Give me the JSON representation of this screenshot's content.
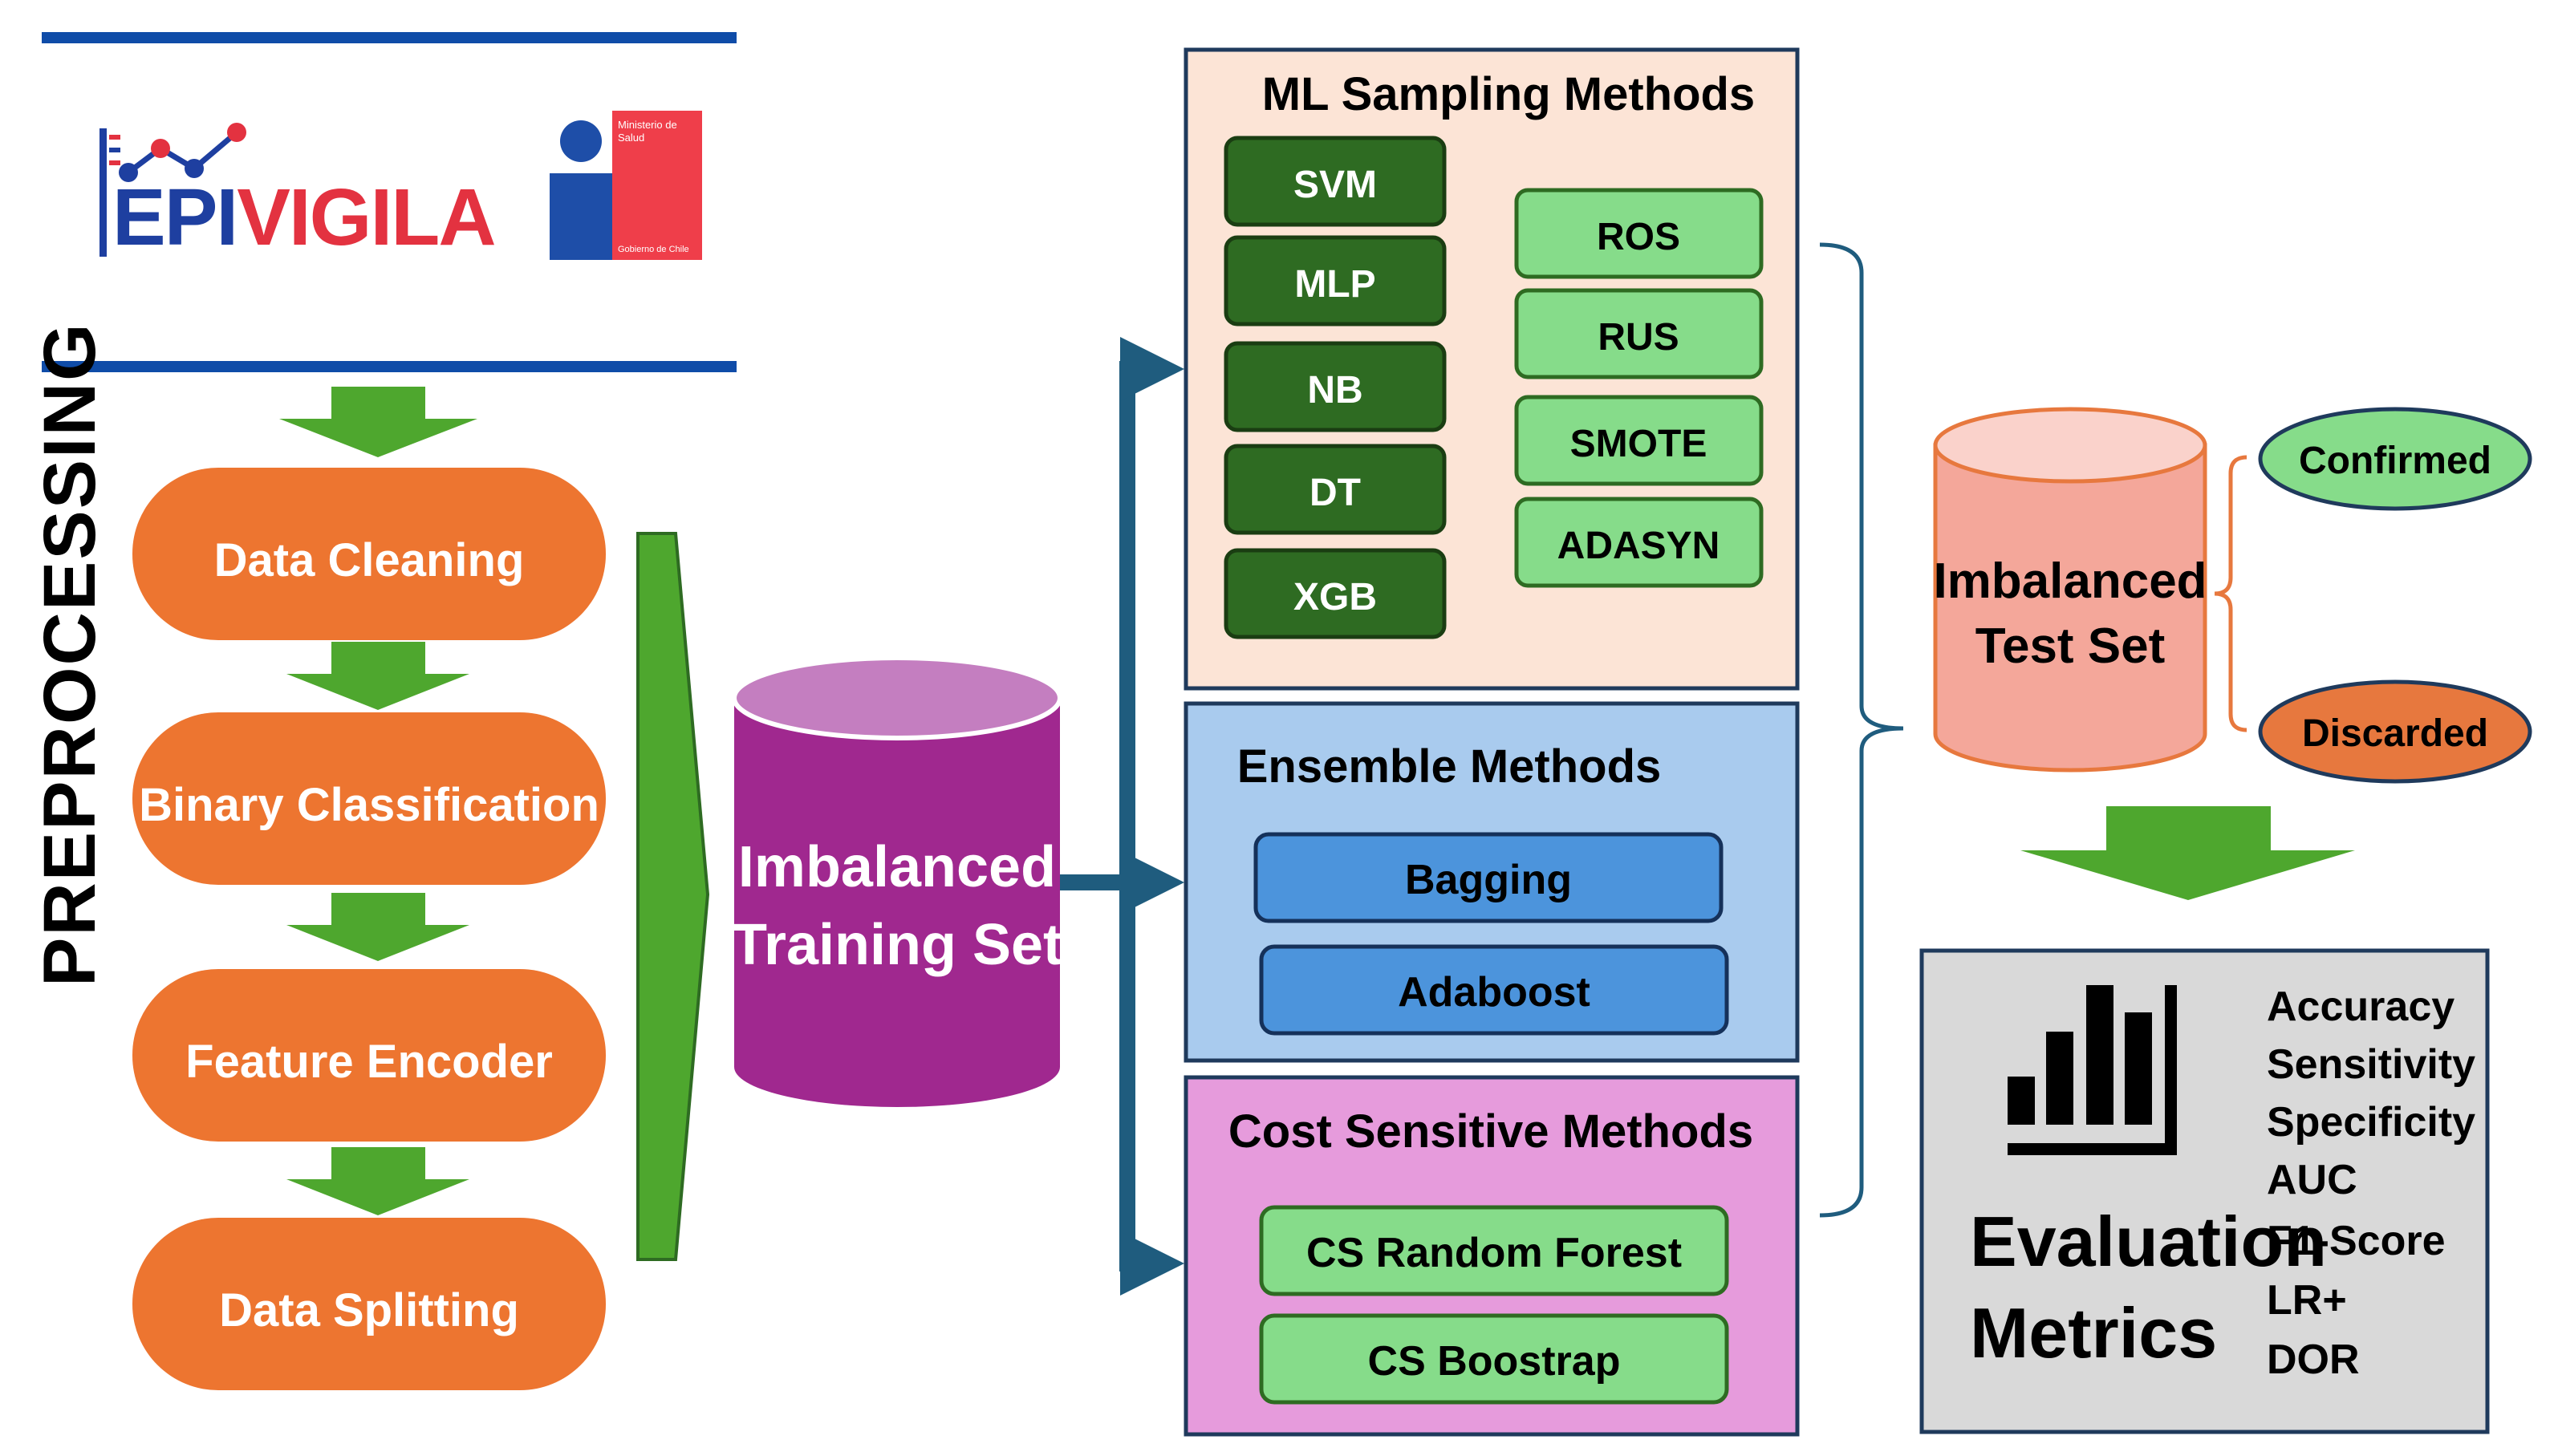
{
  "logo": {
    "epivigila_prefix": "EPI",
    "epivigila_suffix": "VIGILA",
    "ministry_line1": "Ministerio de",
    "ministry_line2": "Salud",
    "ministry_footer": "Gobierno de Chile"
  },
  "preprocessing": {
    "label": "PREPROCESSING",
    "steps": [
      "Data Cleaning",
      "Binary Classification",
      "Feature Encoder",
      "Data Splitting"
    ]
  },
  "training_set": {
    "line1": "Imbalanced",
    "line2": "Training Set"
  },
  "ml_sampling": {
    "title": "ML Sampling Methods",
    "classifiers": [
      "SVM",
      "MLP",
      "NB",
      "DT",
      "XGB"
    ],
    "samplers": [
      "ROS",
      "RUS",
      "SMOTE",
      "ADASYN"
    ]
  },
  "ensemble": {
    "title": "Ensemble Methods",
    "items": [
      "Bagging",
      "Adaboost"
    ]
  },
  "cost_sensitive": {
    "title": "Cost Sensitive Methods",
    "items": [
      "CS Random Forest",
      "CS Boostrap"
    ]
  },
  "test_set": {
    "line1": "Imbalanced",
    "line2": "Test Set"
  },
  "outcomes": {
    "confirmed": "Confirmed",
    "discarded": "Discarded"
  },
  "evaluation": {
    "title_line1": "Evaluation",
    "title_line2": "Metrics",
    "metrics": [
      "Accuracy",
      "Sensitivity",
      "Specificity",
      "AUC",
      "F1-Score",
      "LR+",
      "DOR"
    ]
  },
  "colors": {
    "orange": "#ED7530",
    "green_arrow": "#4EA72E",
    "dark_green": "#2E6B22",
    "light_green": "#86DC8A",
    "purple": "#A0288F",
    "teal_arrow": "#1F5C7E",
    "peach_panel": "#FCE4D6",
    "blue_panel": "#A9CBEE",
    "blue_button": "#4C94DC",
    "pink_panel": "#E69BDC",
    "salmon_cylinder": "#F4A79A",
    "grey_panel": "#D9D9D9",
    "header_blue": "#0F4CA8"
  }
}
